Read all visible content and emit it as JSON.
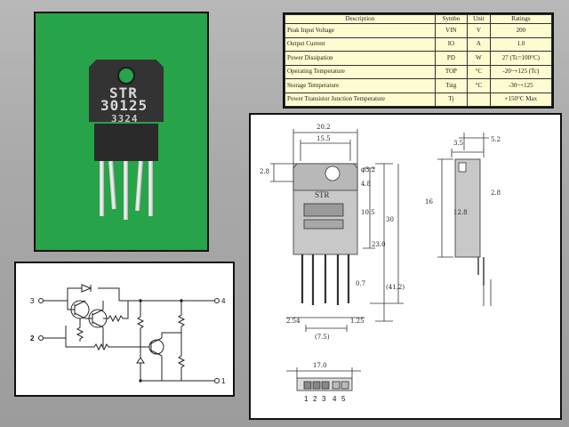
{
  "photo": {
    "marking_line1": "STR",
    "marking_line2": "30125",
    "marking_line3": "3324"
  },
  "specs": {
    "headers": [
      "Description",
      "Symbo",
      "Unit",
      "Ratings"
    ],
    "rows": [
      [
        "Peak Input Voltage",
        "VIN",
        "V",
        "200"
      ],
      [
        "Output Current",
        "IO",
        "A",
        "1.0"
      ],
      [
        "Power Dissipation",
        "PD",
        "W",
        "27 (Tc=100°C)"
      ],
      [
        "Operating Temperature",
        "TOP",
        "°C",
        "-20~+125 (Tc)"
      ],
      [
        "Storage Temperature",
        "Tstg",
        "°C",
        "-30~+125"
      ],
      [
        "Power Transistor Junction Temperature",
        "Tj",
        "",
        "+150°C Max"
      ]
    ]
  },
  "circuit": {
    "terminal_labels": [
      "3",
      "2",
      "4",
      "1"
    ]
  },
  "dims": {
    "chip_marking": "STR",
    "labels": [
      "20.2",
      "15.5",
      "φ3.2",
      "4.8",
      "2.8",
      "10.5",
      "3.5",
      "16",
      "2.8",
      "5.2",
      "23.0",
      "30",
      "(41.2)",
      "0.7",
      "2.54",
      "1.25",
      "(7.5)",
      "17.0",
      "12.8"
    ],
    "pin_numbers": [
      "1",
      "2",
      "3",
      "4",
      "5"
    ]
  }
}
